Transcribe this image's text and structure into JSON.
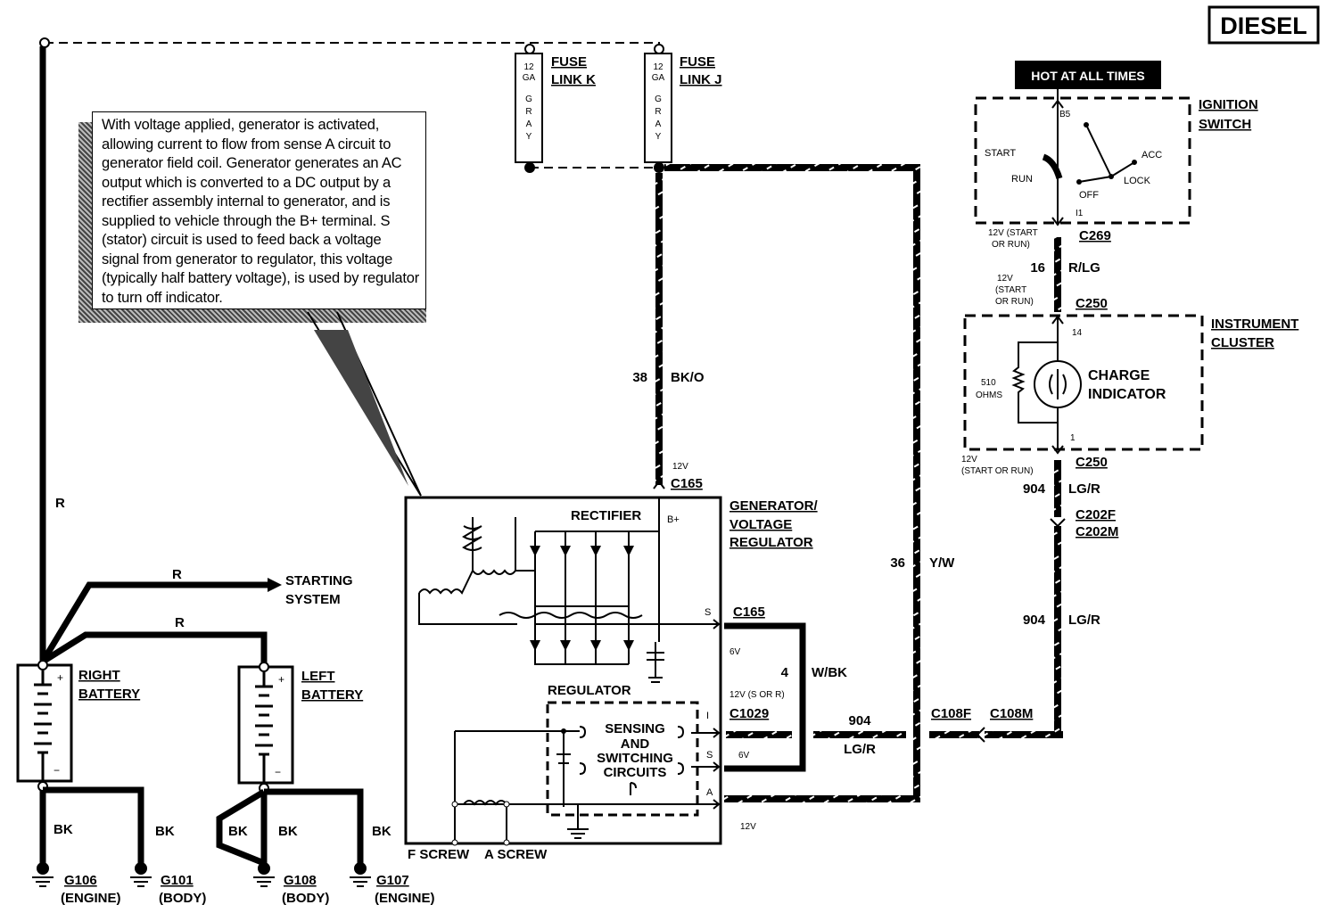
{
  "badge": "DIESEL",
  "hot_label": "HOT AT ALL TIMES",
  "note_text": "With voltage applied, generator is activated, allowing current to flow from sense A circuit to generator field coil. Generator generates an AC output which is converted to a DC output by a rectifier assembly internal to generator, and is supplied to vehicle through the B+ terminal. S (stator) circuit is used to feed back a voltage signal from generator to regulator, this voltage (typically half battery voltage), is used by regulator to turn off indicator.",
  "fuse_k": {
    "title1": "FUSE",
    "title2": "LINK K",
    "body": [
      "12",
      "GA",
      "G",
      "R",
      "A",
      "Y"
    ]
  },
  "fuse_j": {
    "title1": "FUSE",
    "title2": "LINK J",
    "body": [
      "12",
      "GA",
      "G",
      "R",
      "A",
      "Y"
    ]
  },
  "ignition": {
    "title1": "IGNITION",
    "title2": "SWITCH",
    "b5": "B5",
    "start": "START",
    "run": "RUN",
    "off": "OFF",
    "acc": "ACC",
    "lock": "LOCK",
    "i1": "I1"
  },
  "cluster": {
    "title1": "INSTRUMENT",
    "title2": "CLUSTER",
    "indicator1": "CHARGE",
    "indicator2": "INDICATOR",
    "res1": "510",
    "res2": "OHMS",
    "pin14": "14",
    "pin1": "1"
  },
  "generator": {
    "title1": "GENERATOR/",
    "title2": "VOLTAGE",
    "title3": "REGULATOR",
    "rectifier": "RECTIFIER",
    "bplus": "B+",
    "regulator": "REGULATOR",
    "sensing1": "SENSING",
    "sensing2": "AND",
    "sensing3": "SWITCHING",
    "sensing4": "CIRCUITS",
    "pin_s": "S",
    "pin_i": "I",
    "pin_s2": "S",
    "pin_a": "A",
    "f_screw": "F SCREW",
    "a_screw": "A SCREW"
  },
  "wires": {
    "w38": "38",
    "w38c": "BK/O",
    "w36": "36",
    "w36c": "Y/W",
    "w16": "16",
    "w16c": "R/LG",
    "w904a": "904",
    "w904ac": "LG/R",
    "w904b": "904",
    "w904bc": "LG/R",
    "w904c": "904",
    "w904cc": "LG/R",
    "w4": "4",
    "w4c": "W/BK",
    "r1": "R",
    "r2": "R",
    "r3": "R",
    "bk1": "BK",
    "bk2": "BK",
    "bk3": "BK",
    "bk4": "BK",
    "bk5": "BK"
  },
  "connectors": {
    "c165_top": "C165",
    "c165_s": "C165",
    "c1029": "C1029",
    "c269": "C269",
    "c250a": "C250",
    "c250b": "C250",
    "c202f": "C202F",
    "c202m": "C202M",
    "c108f": "C108F",
    "c108m": "C108M"
  },
  "voltages": {
    "v12_c165": "12V",
    "v12_c269a": "12V (START",
    "v12_c269b": "OR RUN)",
    "v12_c250a": "12V",
    "v12_c250b": "(START",
    "v12_c250c": "OR RUN)",
    "v12_c250d": "12V",
    "v12_c250e": "(START OR RUN)",
    "v6_s": "6V",
    "v12_i": "12V (S OR R)",
    "v6_s2": "6V",
    "v12_a": "12V"
  },
  "batteries": {
    "right1": "RIGHT",
    "right2": "BATTERY",
    "left1": "LEFT",
    "left2": "BATTERY",
    "plus": "+",
    "minus": "−"
  },
  "starting": {
    "line1": "STARTING",
    "line2": "SYSTEM"
  },
  "grounds": {
    "g106": "G106",
    "g106b": "(ENGINE)",
    "g101": "G101",
    "g101b": "(BODY)",
    "g108": "G108",
    "g108b": "(BODY)",
    "g107": "G107",
    "g107b": "(ENGINE)"
  }
}
